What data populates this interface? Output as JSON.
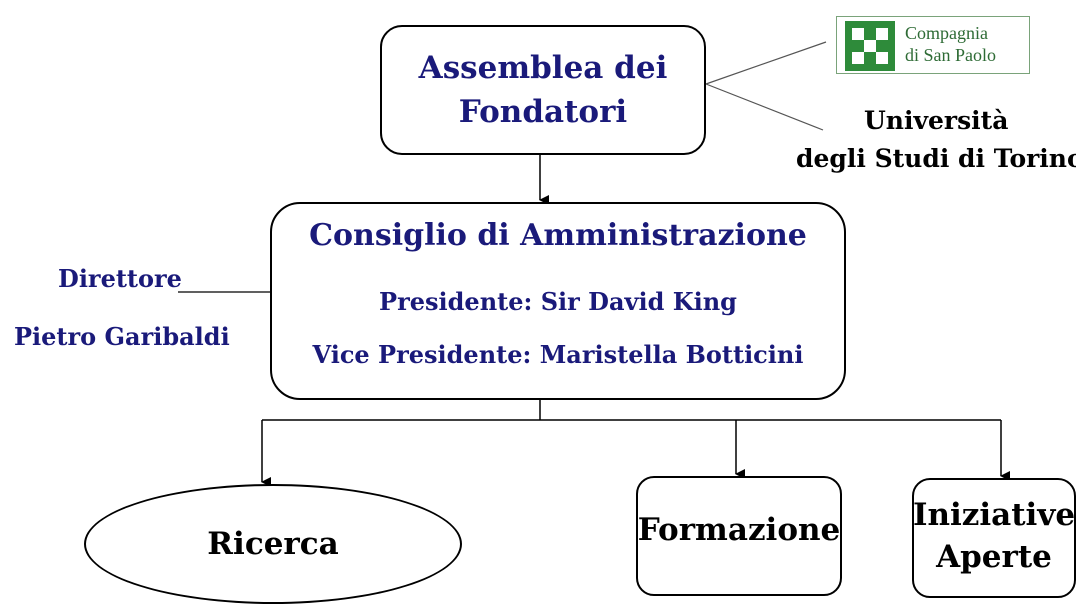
{
  "assembly": {
    "line1": "Assemblea dei",
    "line2": "Fondatori"
  },
  "founders": {
    "compagnia": {
      "line1": "Compagnia",
      "line2": "di San Paolo"
    },
    "university": {
      "line1": "Università",
      "line2": "degli Studi di Torino"
    }
  },
  "board": {
    "title": "Consiglio di Amministrazione",
    "president": "Presidente: Sir David King",
    "vice_president": "Vice Presidente: Maristella Botticini"
  },
  "director": {
    "label": "Direttore",
    "name": "Pietro Garibaldi"
  },
  "branches": {
    "ricerca": "Ricerca",
    "formazione": "Formazione",
    "iniziative": {
      "line1": "Iniziative",
      "line2": "Aperte"
    }
  },
  "colors": {
    "navy": "#1a1a7a",
    "logo_green": "#2e8b3a",
    "text_black": "#000000"
  }
}
